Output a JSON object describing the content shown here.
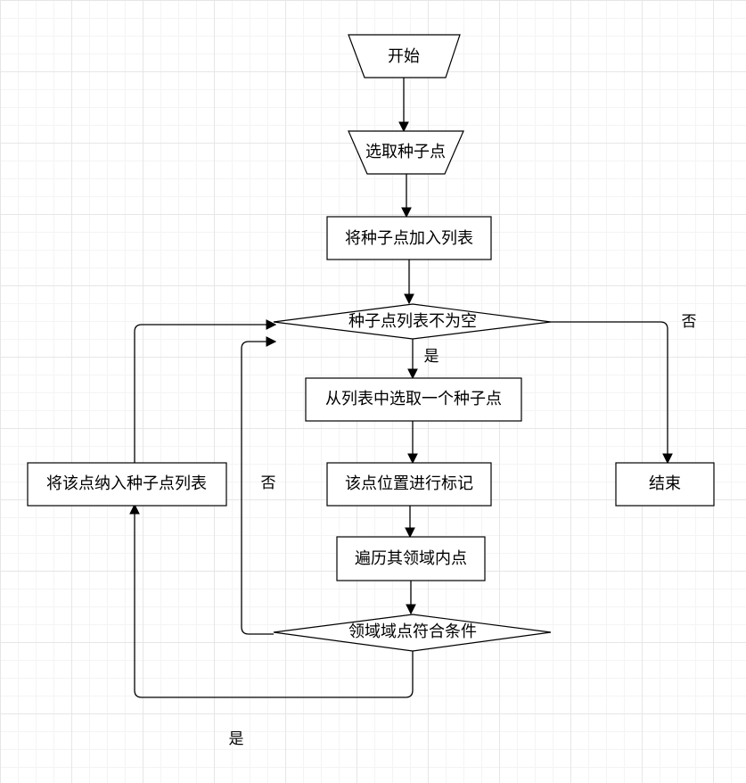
{
  "nodes": {
    "start": "开始",
    "select_seed": "选取种子点",
    "add_seed_to_list": "将种子点加入列表",
    "list_not_empty": "种子点列表不为空",
    "pick_from_list": "从列表中选取一个种子点",
    "mark_point": "该点位置进行标记",
    "traverse_neighbors": "遍历其领域内点",
    "neighbor_condition": "领域域点符合条件",
    "add_to_seed_list": "将该点纳入种子点列表",
    "end": "结束"
  },
  "edge_labels": {
    "list_yes": "是",
    "list_no": "否",
    "condition_no": "否",
    "condition_yes": "是"
  }
}
